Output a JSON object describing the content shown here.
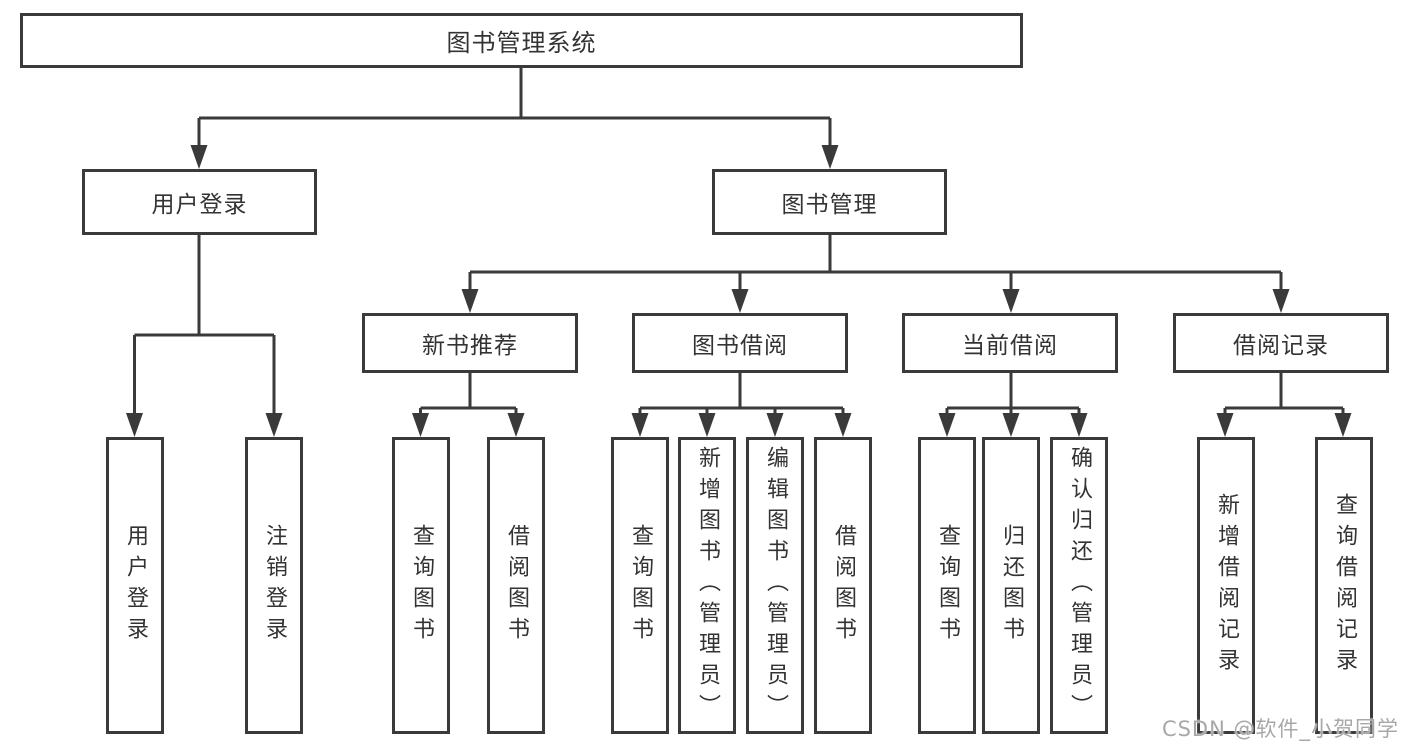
{
  "colors": {
    "line": "#3a3a3a",
    "text": "#333333",
    "watermark": "#a8a8a8",
    "background": "#ffffff"
  },
  "tree": {
    "root": "图书管理系统",
    "user_login": {
      "label": "用户登录",
      "leaves": [
        "用户登录",
        "注销登录"
      ]
    },
    "book_mgmt": {
      "label": "图书管理",
      "sections": {
        "new_books": {
          "label": "新书推荐",
          "leaves": [
            "查询图书",
            "借阅图书"
          ]
        },
        "book_borrow": {
          "label": "图书借阅",
          "leaves": [
            "查询图书",
            "新增图书（管理员）",
            "编辑图书（管理员）",
            "借阅图书"
          ]
        },
        "current_borrow": {
          "label": "当前借阅",
          "leaves": [
            "查询图书",
            "归还图书",
            "确认归还（管理员）"
          ]
        },
        "borrow_records": {
          "label": "借阅记录",
          "leaves": [
            "新增借阅记录",
            "查询借阅记录"
          ]
        }
      }
    }
  },
  "watermark": "CSDN @软件_小贺同学"
}
